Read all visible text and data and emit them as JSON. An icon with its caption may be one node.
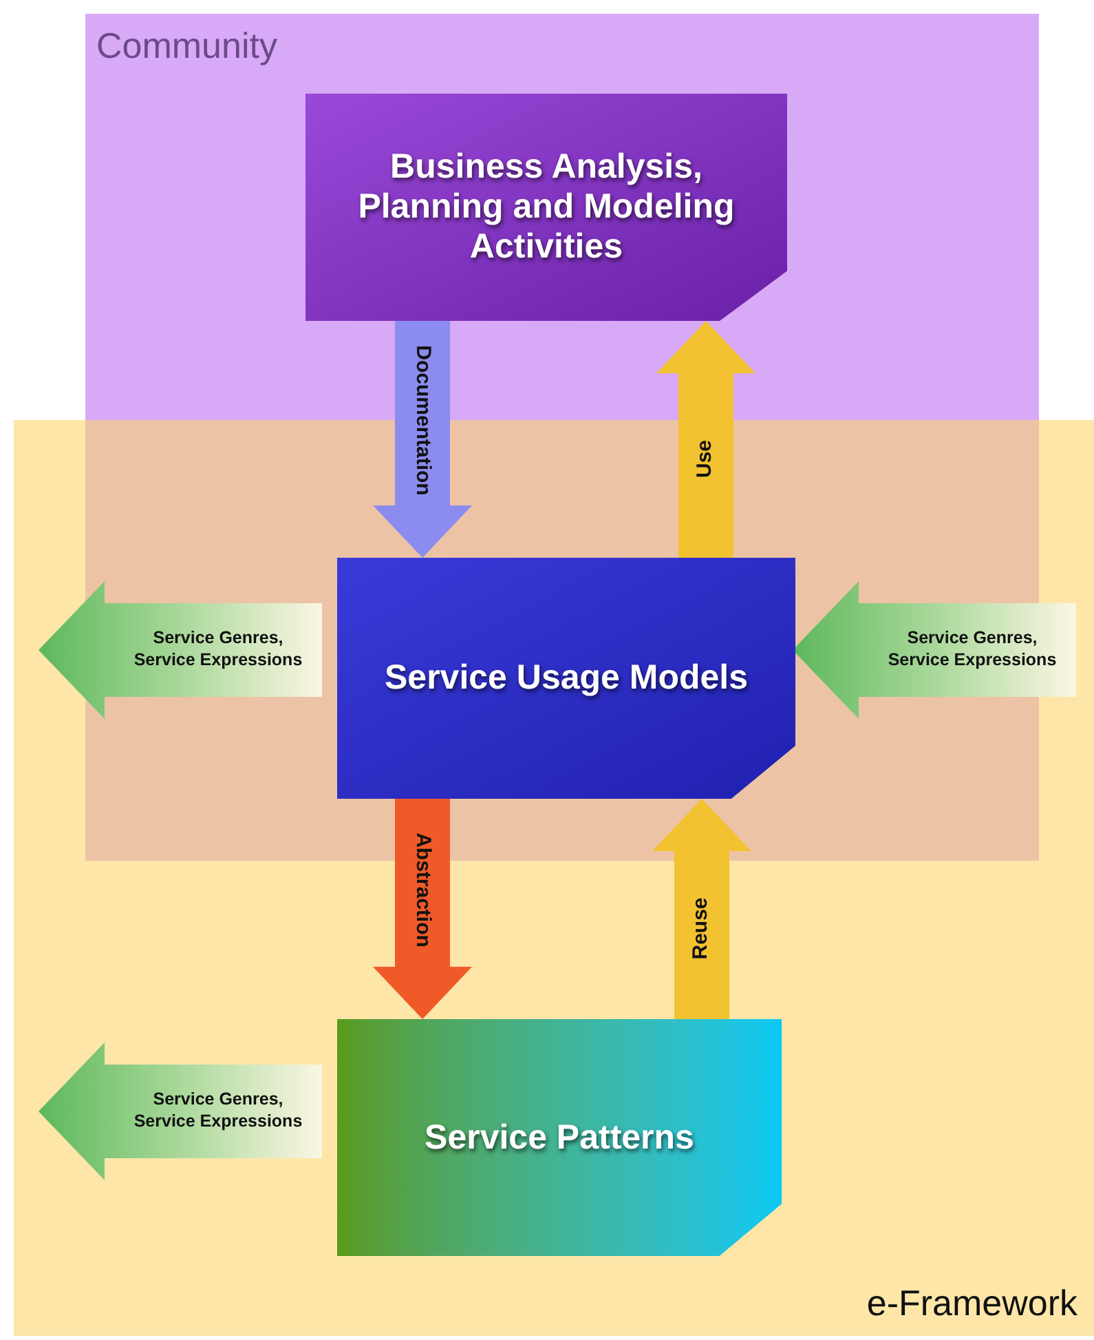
{
  "diagram": {
    "nodes": [
      {
        "text": [
          "Community"
        ]
      },
      {
        "text": [
          "e-Framework"
        ]
      },
      {
        "text": [
          "Business Analysis, Planning and Modeling Activities"
        ],
        "in": 0
      },
      {
        "text": [
          "Service Genres, Service Expressions"
        ],
        "in": 1
      },
      {
        "text": [
          "Service Usage Models"
        ]
      },
      {
        "text": [
          "Service Genres, Service Expressions"
        ],
        "in": 1
      },
      {
        "text": [
          "Service Genres, Service Expressions"
        ],
        "in": 1
      },
      {
        "text": [
          "Service Patterns"
        ],
        "in": 1
      }
    ],
    "edges": [
      {
        "from": 2,
        "to": 4,
        "arrow": "to",
        "label": "Documentation",
        "style": "thick",
        "color": "#8c8cf0"
      },
      {
        "from": 4,
        "to": 2,
        "arrow": "to",
        "label": "Use",
        "style": "thick"
      },
      {
        "from": 4,
        "to": 7,
        "arrow": "to",
        "label": "Abstraction",
        "style": "thick",
        "color": "#f05a28"
      },
      {
        "from": 7,
        "to": 4,
        "arrow": "to",
        "label": "Reuse",
        "style": "thick"
      }
    ]
  }
}
